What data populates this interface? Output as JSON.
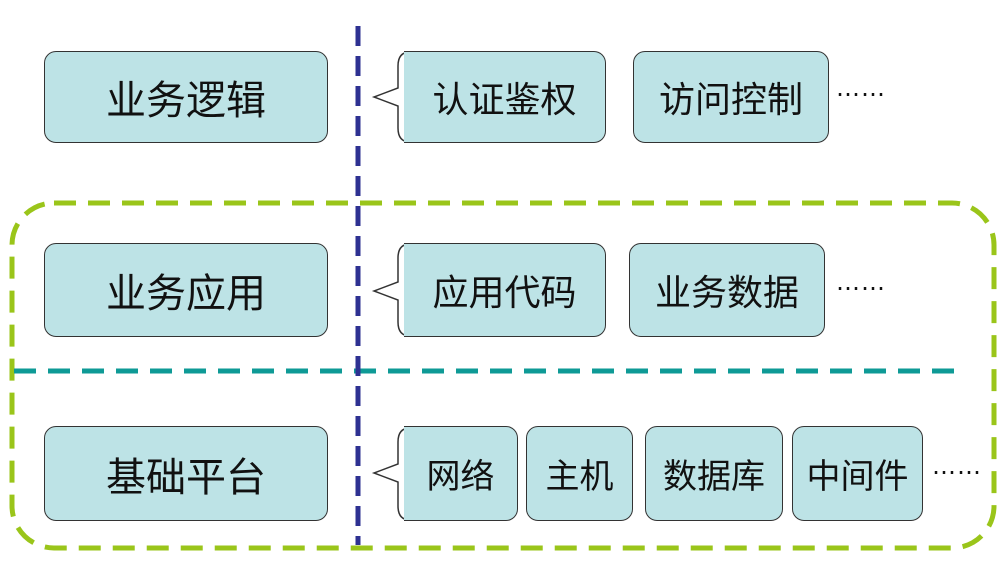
{
  "colors": {
    "box_fill": "#bde3e6",
    "box_border": "#333333",
    "vertical_divider": "#2e3192",
    "horizontal_divider": "#0e9a96",
    "group_outline": "#9ac51a"
  },
  "layers": [
    {
      "label": "业务逻辑",
      "items": [
        "认证鉴权",
        "访问控制"
      ],
      "more": "……"
    },
    {
      "label": "业务应用",
      "items": [
        "应用代码",
        "业务数据"
      ],
      "more": "……"
    },
    {
      "label": "基础平台",
      "items": [
        "网络",
        "主机",
        "数据库",
        "中间件"
      ],
      "more": "……"
    }
  ]
}
